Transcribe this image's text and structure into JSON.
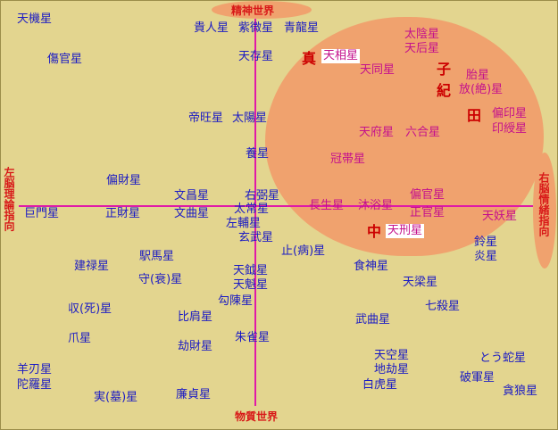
{
  "colors": {
    "background": "#e3d58f",
    "region": "#f0a26e",
    "axis_line": "#e01aa8",
    "star_text": "#1a1ac4",
    "region_text": "#c4108c",
    "axis_text": "#d81818"
  },
  "axes": {
    "top": "精神世界",
    "bottom": "物質世界",
    "left": "左脳理論指向",
    "right": "右脳情緒指向"
  },
  "markers": {
    "shin": "真",
    "shi": "子",
    "ki": "紀",
    "den": "田",
    "naka": "中"
  },
  "stars": {
    "tenki": "天機星",
    "shokan": "傷官星",
    "kijin": "貴人星",
    "shibi": "紫微星",
    "seiryu": "青龍星",
    "tenson": "天存星",
    "teiou": "帝旺星",
    "taiyo": "太陽星",
    "yo": "養星",
    "henzai": "偏財星",
    "bunsho": "文昌星",
    "uhitsu": "右弼星",
    "komon": "巨門星",
    "seizai": "正財星",
    "bunkyoku": "文曲星",
    "taijo": "太常星",
    "sahou": "左輔星",
    "genbu": "玄武星",
    "shibyo": "止(病)星",
    "shokushin": "食神星",
    "kenroku": "建禄星",
    "ekiba": "駅馬星",
    "shusui": "守(衰)星",
    "tenyue": "天鉞星",
    "tenkui": "天魁星",
    "kouchin": "勾陳星",
    "tenryo": "天梁星",
    "shushi": "収(死)星",
    "shichisatsu": "七殺星",
    "hiken": "比肩星",
    "buki": "武曲星",
    "sou": "爪星",
    "kouzai": "劫財星",
    "suzaku": "朱雀星",
    "yojin": "羊刃星",
    "dara": "陀羅星",
    "tenku": "天空星",
    "toudabi": "とう蛇星",
    "chikou": "地劫星",
    "hakko": "白虎星",
    "haagun": "破軍星",
    "jitsubo": "実(墓)星",
    "rentei": "廉貞星",
    "donrou": "貪狼星",
    "rei": "鈴星",
    "en": "炎星"
  },
  "region_stars": {
    "taiin": "太陰星",
    "tengo": "天后星",
    "tensou": "天相星",
    "tendou": "天同星",
    "tai": "胎星",
    "hou": "放(絶)星",
    "hen_in": "偏印星",
    "injyu": "印綬星",
    "tenpu": "天府星",
    "rokugo": "六合星",
    "kantai": "冠帯星",
    "chosei": "長生星",
    "mokuyoku": "沐浴星",
    "henkan": "偏官星",
    "seikan": "正官星",
    "tenyou": "天妖星",
    "tenkei": "天刑星"
  }
}
